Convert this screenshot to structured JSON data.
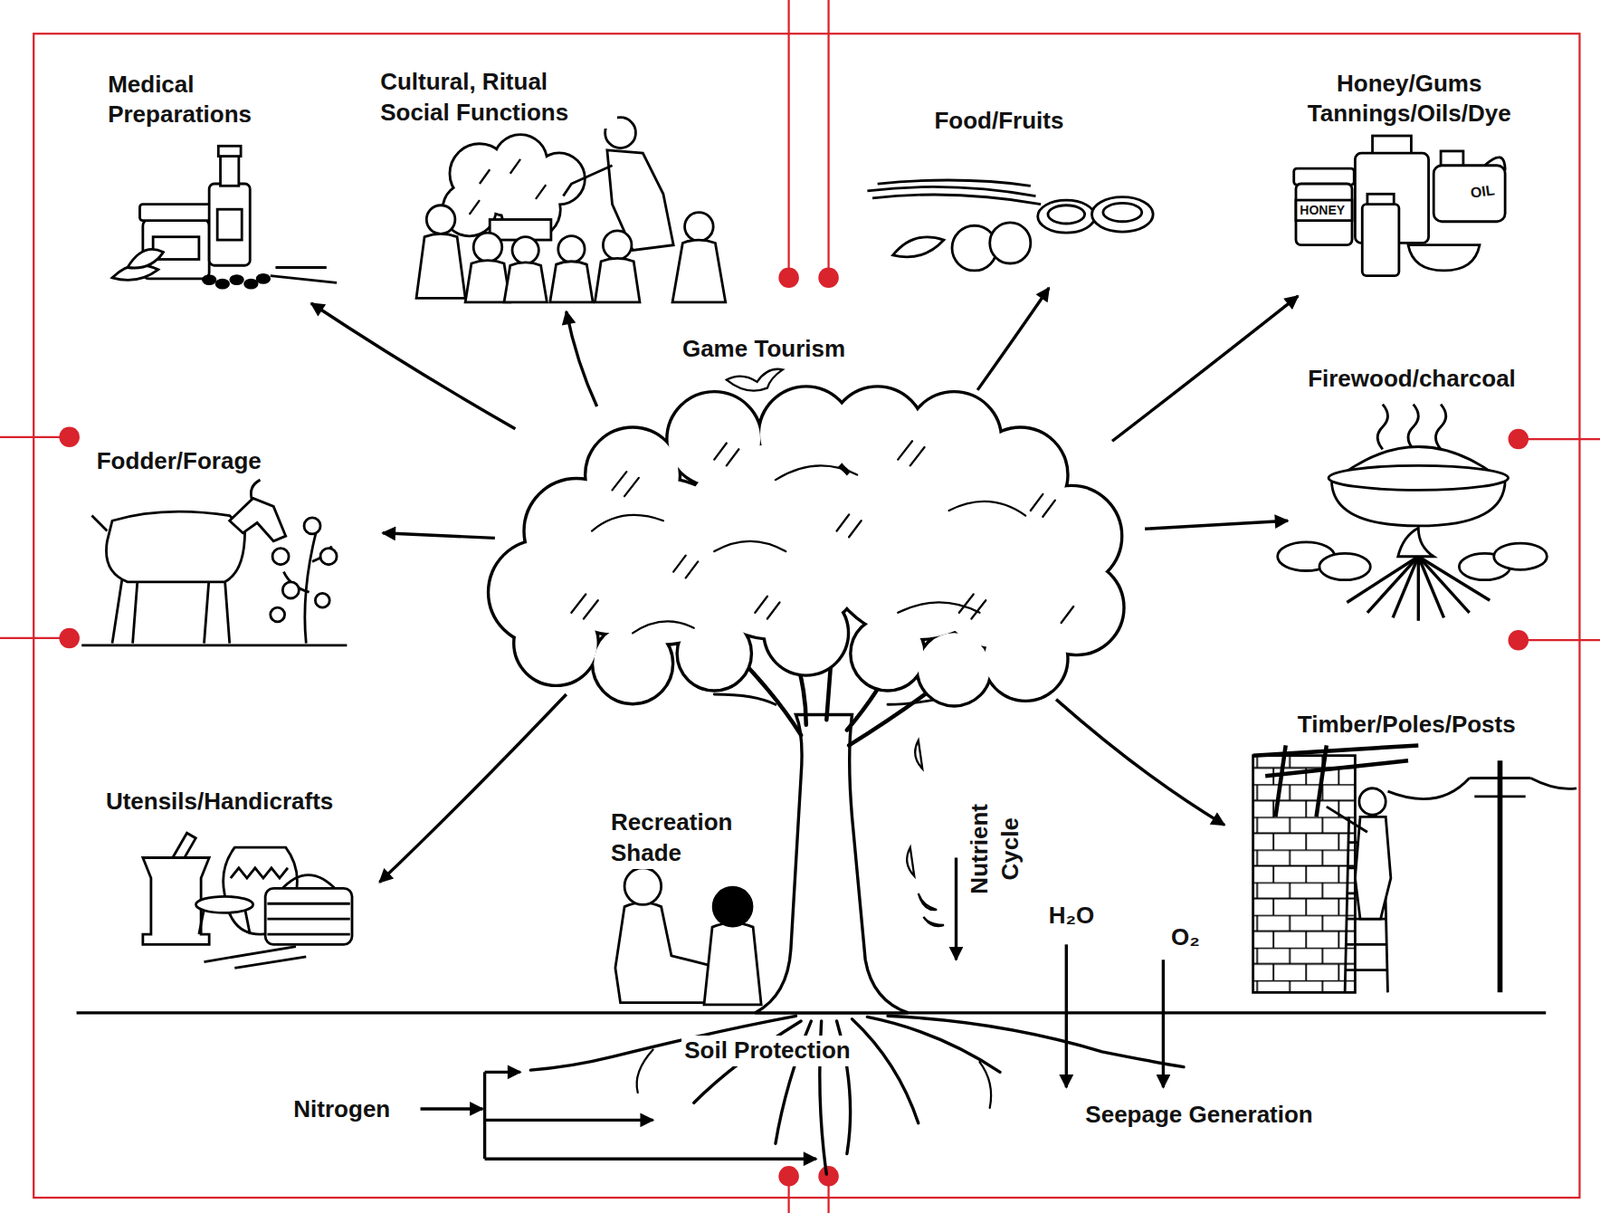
{
  "diagram": {
    "labels": [
      "Medical Preparations",
      "Cultural, Ritual Social Functions",
      "Food/Fruits",
      "Honey/Gums Tannings/Oils/Dye",
      "HONEY",
      "OIL",
      "Game Tourism",
      "Firewood/charcoal",
      "Fodder/Forage",
      "Timber/Poles/Posts",
      "Utensils/Handicrafts",
      "Recreation Shade",
      "Nutrient Cycle",
      "H₂O",
      "O₂",
      "Soil Protection",
      "Nitrogen",
      "Seepage Generation"
    ]
  }
}
